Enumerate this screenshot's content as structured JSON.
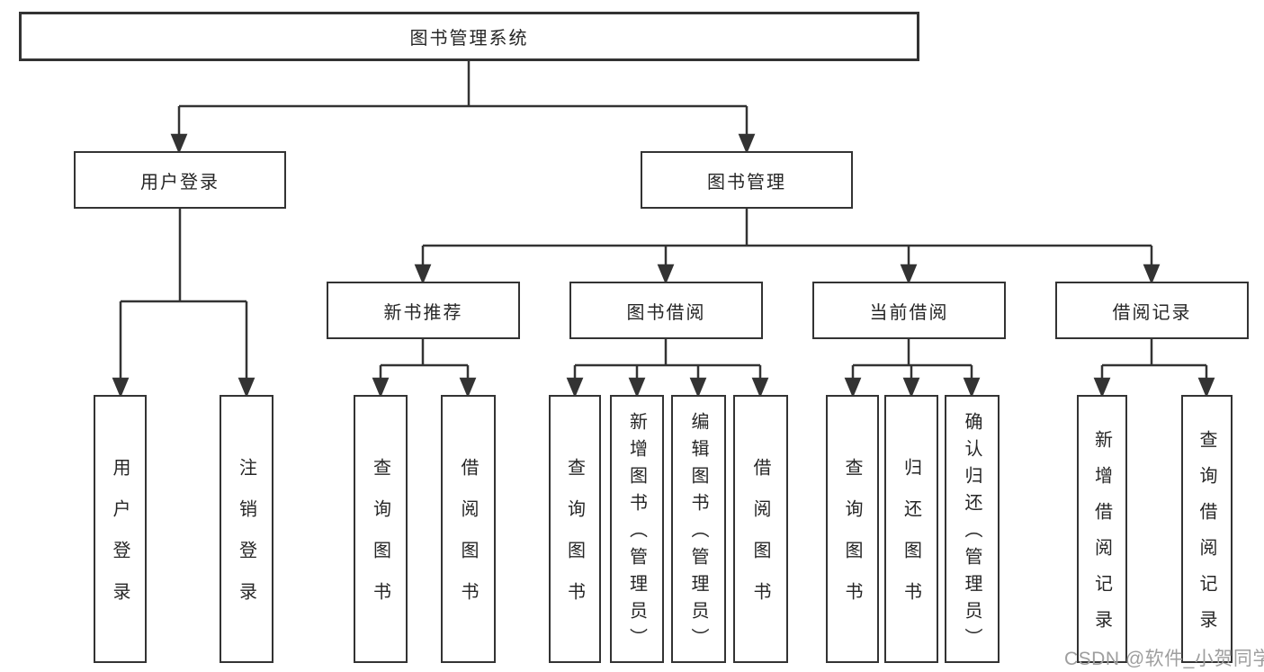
{
  "diagram": {
    "root": {
      "label": "图书管理系统"
    },
    "level2": [
      {
        "id": "user-login-branch",
        "label": "用户登录"
      },
      {
        "id": "book-management-branch",
        "label": "图书管理"
      }
    ],
    "level3": [
      {
        "id": "new-book-recommend",
        "label": "新书推荐"
      },
      {
        "id": "book-borrowing",
        "label": "图书借阅"
      },
      {
        "id": "current-borrowing",
        "label": "当前借阅"
      },
      {
        "id": "borrowing-records",
        "label": "借阅记录"
      }
    ],
    "leaves": {
      "user_login": [
        "用户登录",
        "注销登录"
      ],
      "new_book_recommend": [
        "查询图书",
        "借阅图书"
      ],
      "book_borrow": [
        "查询图书",
        "新增图书（管理员）",
        "编辑图书（管理员）",
        "借阅图书"
      ],
      "current_borrow": [
        "查询图书",
        "归还图书",
        "确认归还（管理员）"
      ],
      "borrow_record": [
        "新增借阅记录",
        "查询借阅记录"
      ]
    }
  },
  "watermark": {
    "text": "CSDN @软件_小贺同学"
  },
  "colors": {
    "line": "#333333",
    "box_border": "#333333",
    "text": "#262626",
    "background": "#ffffff",
    "watermark": "#9e9e9e"
  }
}
